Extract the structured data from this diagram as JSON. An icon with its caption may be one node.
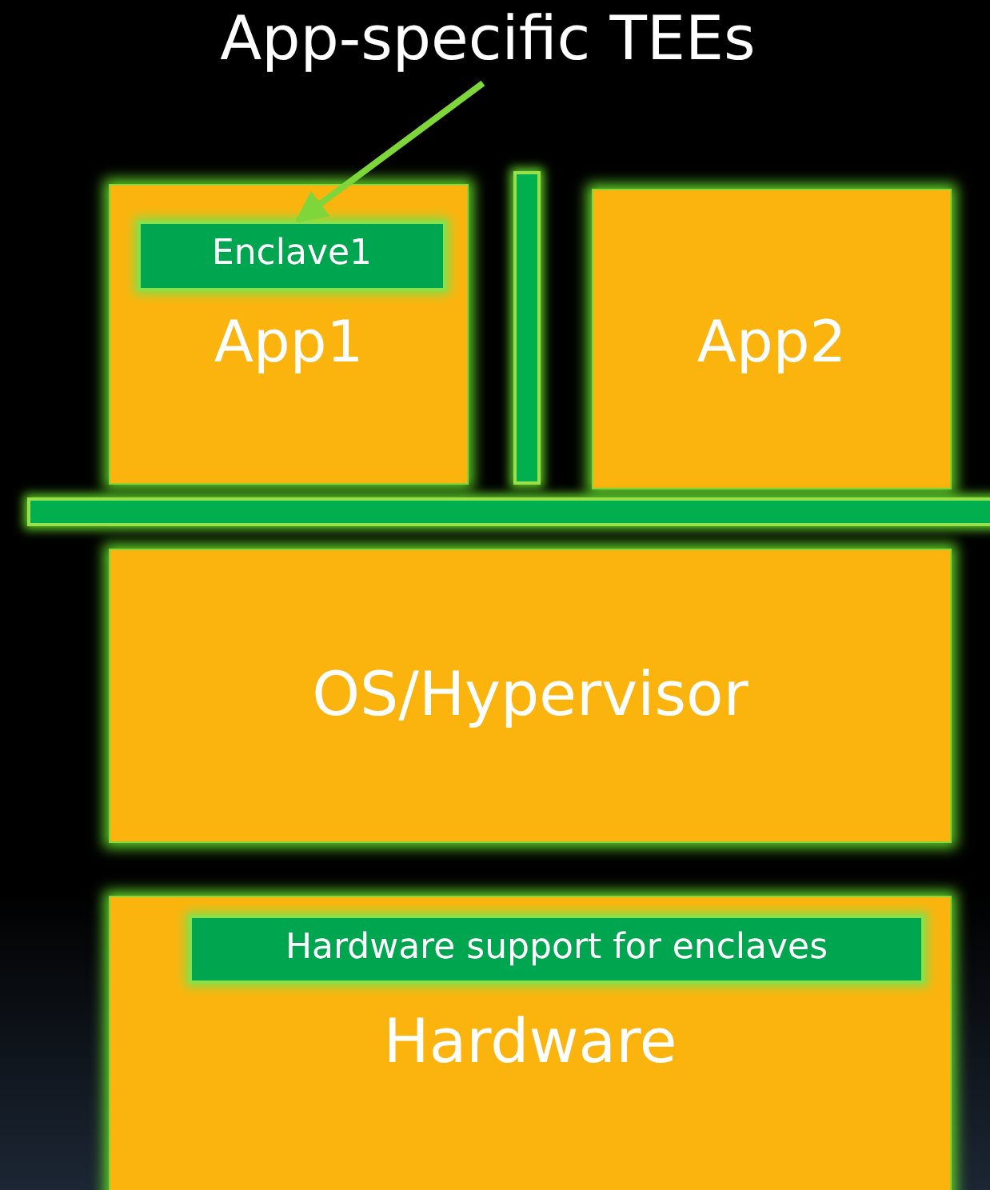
{
  "diagram": {
    "nodes": [
      {
        "text": [
          "App-specific TEEs"
        ]
      },
      {
        "text": [
          "App1"
        ]
      },
      {
        "text": [
          "Enclave1"
        ],
        "in": 1
      },
      {
        "text": [],
        "shape": "bar"
      },
      {
        "text": [
          "App2"
        ]
      },
      {
        "text": [],
        "shape": "bar"
      },
      {
        "text": [
          "OS/Hypervisor"
        ]
      },
      {
        "text": [
          "Hardware"
        ]
      },
      {
        "text": [
          "Hardware support for enclaves"
        ],
        "in": 7
      }
    ],
    "edges": [
      {
        "from": 0,
        "to": 2,
        "arrow": "to",
        "color": "#7ed63a"
      }
    ]
  }
}
